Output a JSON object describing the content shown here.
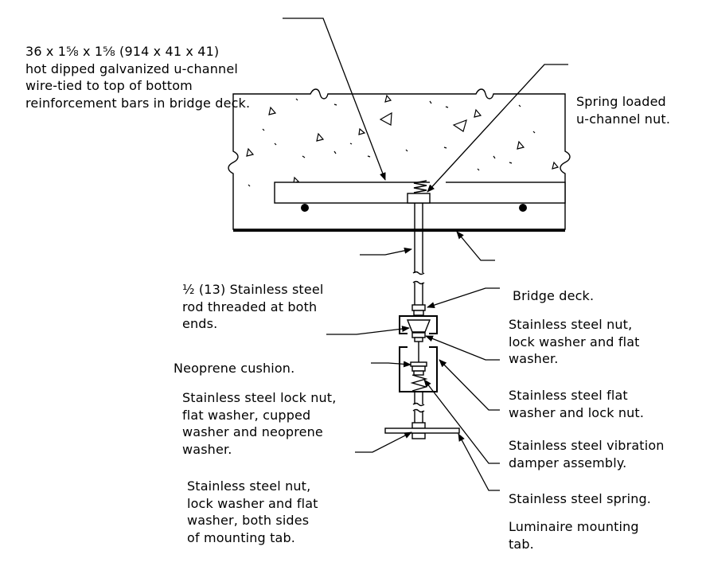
{
  "labels": {
    "channel": [
      "36 x 1⅝ x 1⅝ (914 x 41 x 41)",
      "hot dipped galvanized u-channel",
      "wire-tied to top of bottom",
      "reinforcement bars in bridge deck."
    ],
    "spring_nut": [
      "Spring loaded",
      "u-channel nut."
    ],
    "rod": [
      "½ (13) Stainless steel",
      "rod threaded at both",
      "ends."
    ],
    "bridge_deck": [
      "Bridge deck."
    ],
    "top_nut": [
      "Stainless steel nut,",
      "lock washer and flat",
      "washer."
    ],
    "neoprene": [
      "Neoprene cushion."
    ],
    "flat_washer": [
      "Stainless steel flat",
      "washer and lock nut."
    ],
    "lock_nut": [
      "Stainless steel lock nut,",
      "flat washer, cupped",
      "washer and neoprene",
      "washer."
    ],
    "damper": [
      "Stainless steel vibration",
      "damper assembly."
    ],
    "bottom_nut": [
      "Stainless steel nut,",
      "lock washer and flat",
      "washer, both sides",
      "of mounting tab."
    ],
    "spring": [
      "Stainless steel spring."
    ],
    "tab": [
      "Luminaire mounting",
      "tab."
    ]
  }
}
